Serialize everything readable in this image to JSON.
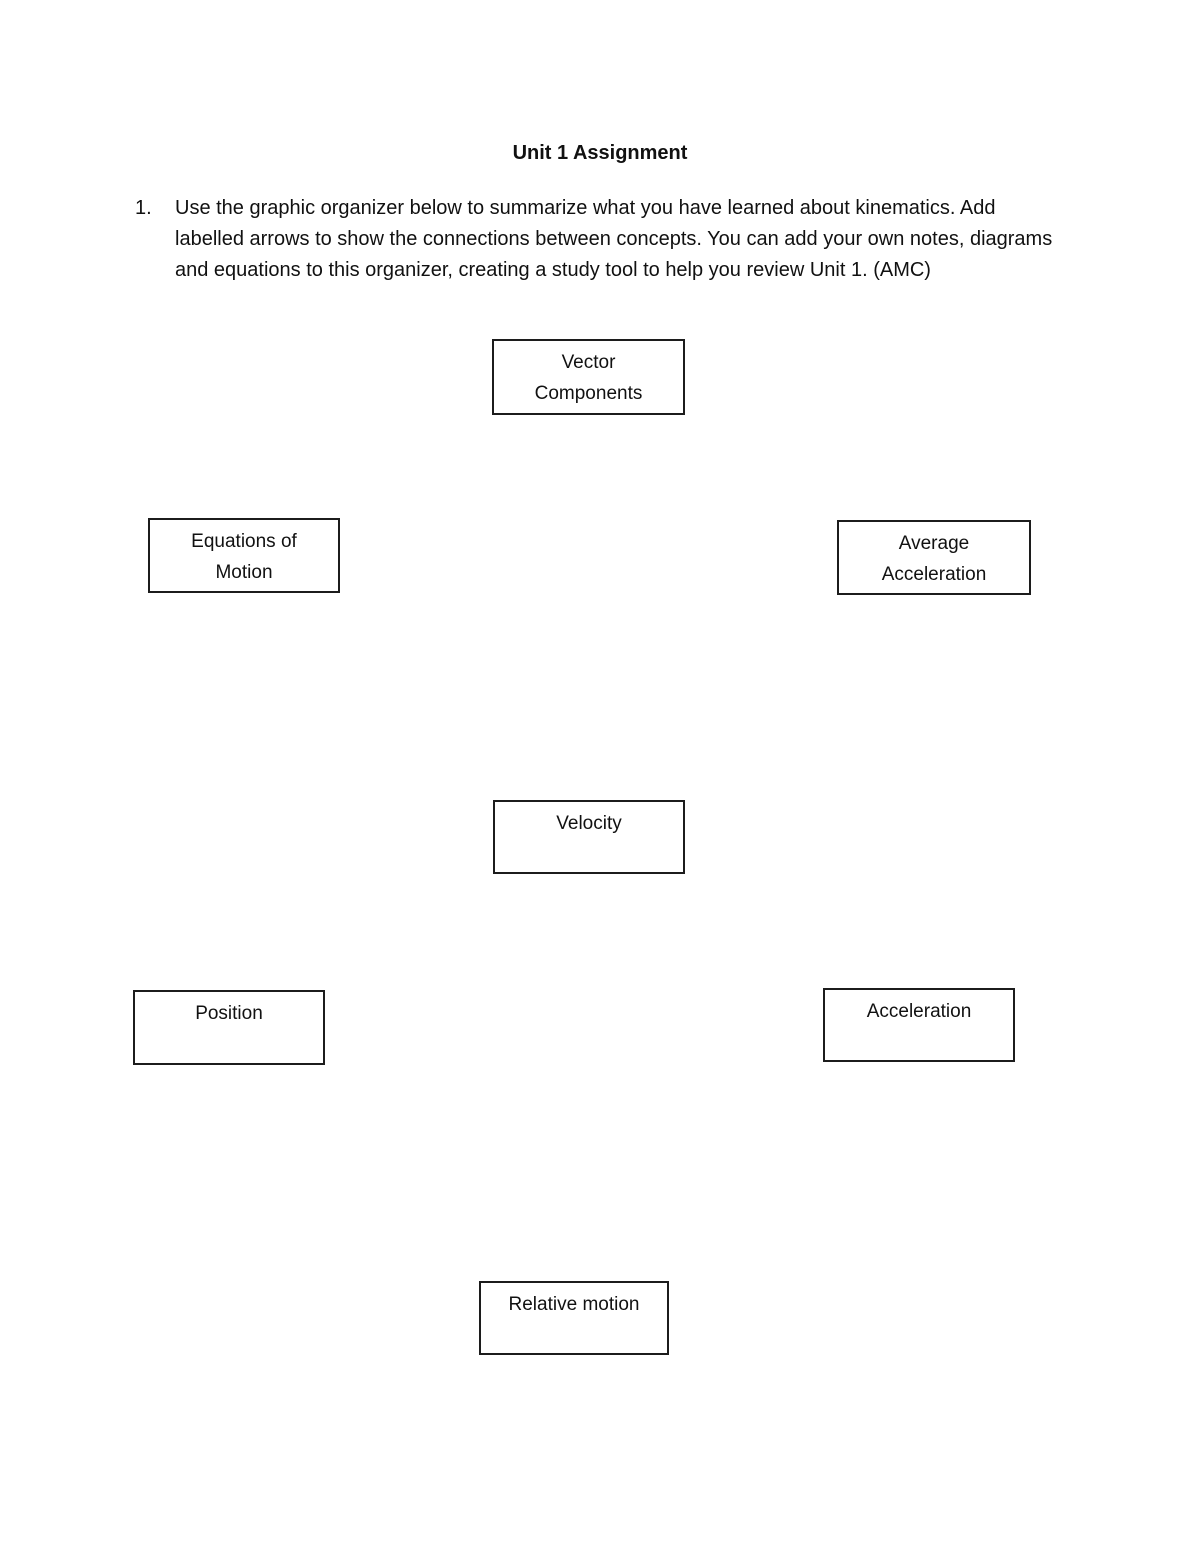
{
  "document": {
    "title": "Unit 1 Assignment",
    "instruction": {
      "number": "1.",
      "lines": [
        "Use the graphic organizer below to summarize what you have learned about kinematics. Add",
        "labelled arrows to show the connections between concepts. You can add your own notes, diagrams",
        "and equations to this organizer, creating a study tool to help you review Unit 1. (AMC)"
      ]
    },
    "organizer": {
      "boxes": [
        {
          "id": "vector-components",
          "lines": [
            "Vector",
            "Components"
          ]
        },
        {
          "id": "equations-of-motion",
          "lines": [
            "Equations of",
            "Motion"
          ]
        },
        {
          "id": "average-acceleration",
          "lines": [
            "Average",
            "Acceleration"
          ]
        },
        {
          "id": "velocity",
          "lines": [
            "Velocity"
          ]
        },
        {
          "id": "position",
          "lines": [
            "Position"
          ]
        },
        {
          "id": "acceleration",
          "lines": [
            "Acceleration"
          ]
        },
        {
          "id": "relative-motion",
          "lines": [
            "Relative motion"
          ]
        }
      ]
    }
  }
}
